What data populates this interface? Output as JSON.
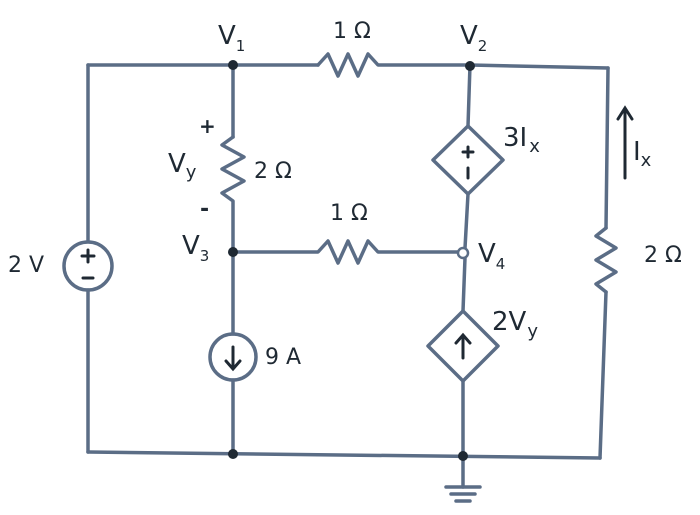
{
  "nodes": {
    "v1": {
      "main": "V",
      "sub": "1"
    },
    "v2": {
      "main": "V",
      "sub": "2"
    },
    "v3": {
      "main": "V",
      "sub": "3"
    },
    "v4": {
      "main": "V",
      "sub": "4"
    }
  },
  "components": {
    "r12_label": "1 Ω",
    "r13_label": "2 Ω",
    "r34_label": "1 Ω",
    "r_right_label": "2 Ω",
    "vsource_label": "2 V",
    "isource_label": "9 A",
    "ccvs_label": {
      "main": "3I",
      "sub": "x"
    },
    "vccs_label": {
      "main": "2V",
      "sub": "y"
    },
    "vy_label": {
      "main": "V",
      "sub": "y"
    },
    "vy_plus": "+",
    "vy_minus": "-",
    "ix_label": {
      "main": "I",
      "sub": "x"
    }
  },
  "colors": {
    "wire": "#5b6d86",
    "text": "#1f2933",
    "background": "#ffffff"
  }
}
